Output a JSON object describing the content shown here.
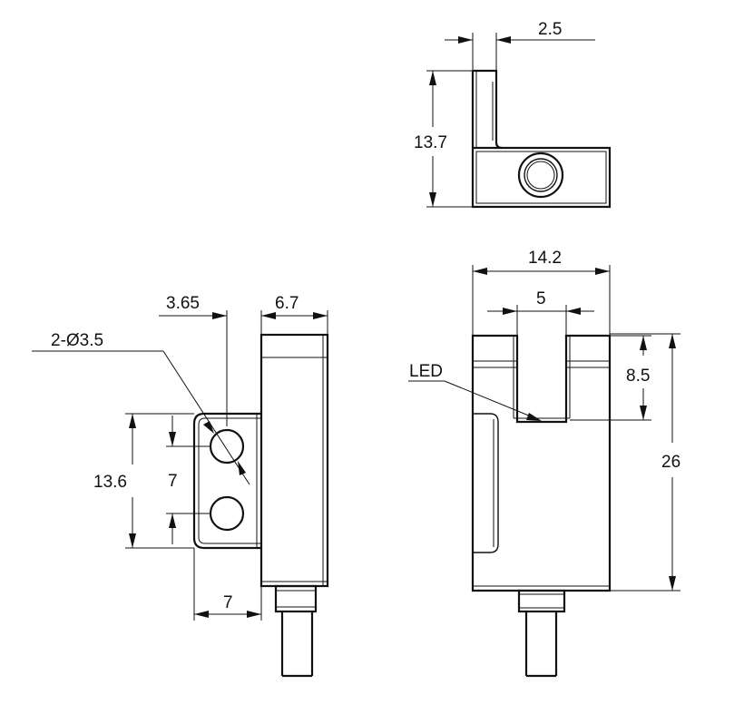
{
  "dimensions": {
    "top_width": "2.5",
    "top_height": "13.7",
    "front_width": "14.2",
    "slot_width": "5",
    "slot_depth": "8.5",
    "total_height": "26",
    "side_offset": "3.65",
    "side_width": "6.7",
    "hole_label": "2-Ø3.5",
    "hole_spacing": "7",
    "mount_height": "13.6",
    "flange_width": "7"
  },
  "labels": {
    "led": "LED"
  }
}
